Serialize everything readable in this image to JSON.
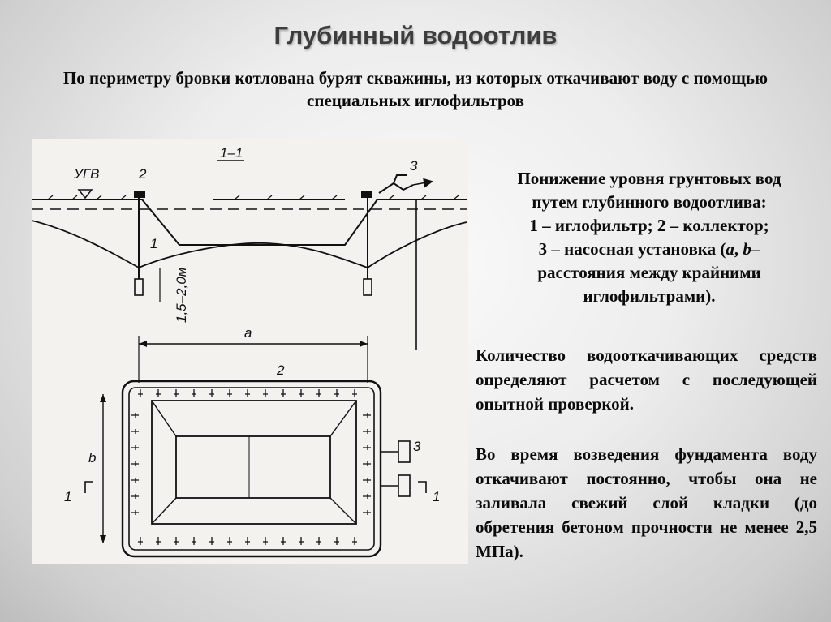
{
  "slide": {
    "title": "Глубинный водоотлив",
    "subtitle": "По периметру бровки котлована бурят скважины, из которых откачивают воду с помощью специальных иглофильтров",
    "caption": {
      "line1": "Понижение уровня грунтовых вод",
      "line2": "путем глубинного водоотлива:",
      "line3": "1 – иглофильтр; 2 – коллектор;",
      "line4_a": "3 – насосная установка (",
      "line4_var_a": "а",
      "line4_sep": ", ",
      "line4_var_b": "b",
      "line4_b": "–",
      "line5": "расстояния между крайними",
      "line6": "иглофильтрами)."
    },
    "paragraph1": "Количество водооткачивающих средств определяют расчетом с последующей опытной проверкой.",
    "paragraph2": "Во время возведения фундамента воду откачивают постоянно, чтобы она не заливала свежий слой кладки (до обретения бетоном прочности не менее 2,5 МПа)."
  },
  "diagram": {
    "section_label": "1–1",
    "ugv_label": "УГВ",
    "depth_label": "1,5–2,0м",
    "dim_a": "a",
    "dim_b": "b",
    "label_1": "1",
    "label_2": "2",
    "label_3": "3"
  }
}
